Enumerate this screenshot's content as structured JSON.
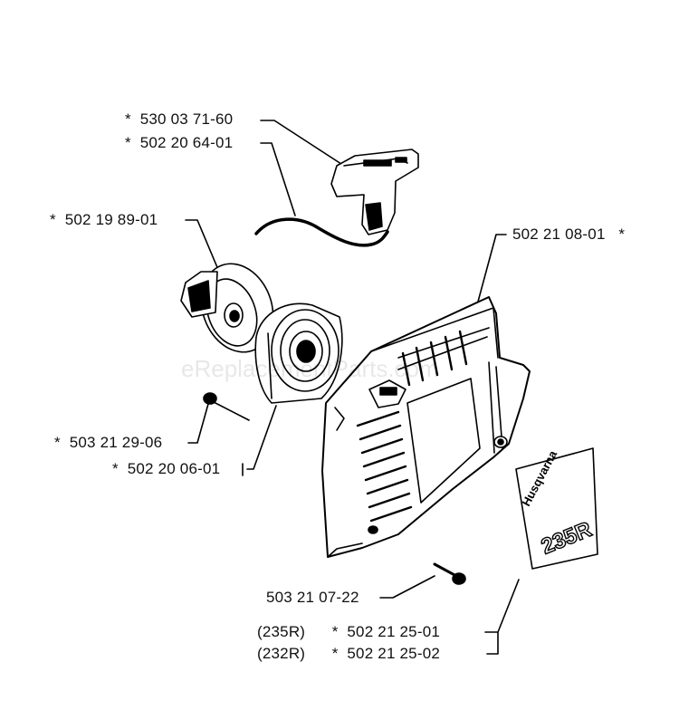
{
  "parts": [
    {
      "id": "p1",
      "prefix": "*",
      "number": "530 03 71-60"
    },
    {
      "id": "p2",
      "prefix": "*",
      "number": "502 20 64-01"
    },
    {
      "id": "p3",
      "prefix": "*",
      "number": "502 19 89-01"
    },
    {
      "id": "p4",
      "prefix": "*",
      "number": "502 21 08-01"
    },
    {
      "id": "p5",
      "prefix": "*",
      "number": "503 21 29-06"
    },
    {
      "id": "p6",
      "prefix": "*",
      "number": "502 20 06-01"
    },
    {
      "id": "p7",
      "prefix": "",
      "number": "503 21 07-22"
    },
    {
      "id": "p8",
      "model": "(235R)",
      "prefix": "*",
      "number": "502 21 25-01"
    },
    {
      "id": "p9",
      "model": "(232R)",
      "prefix": "*",
      "number": "502 21 25-02"
    }
  ],
  "decal": {
    "brand": "Husqvarna",
    "model": "235R"
  },
  "watermark": "eReplacementParts.com"
}
